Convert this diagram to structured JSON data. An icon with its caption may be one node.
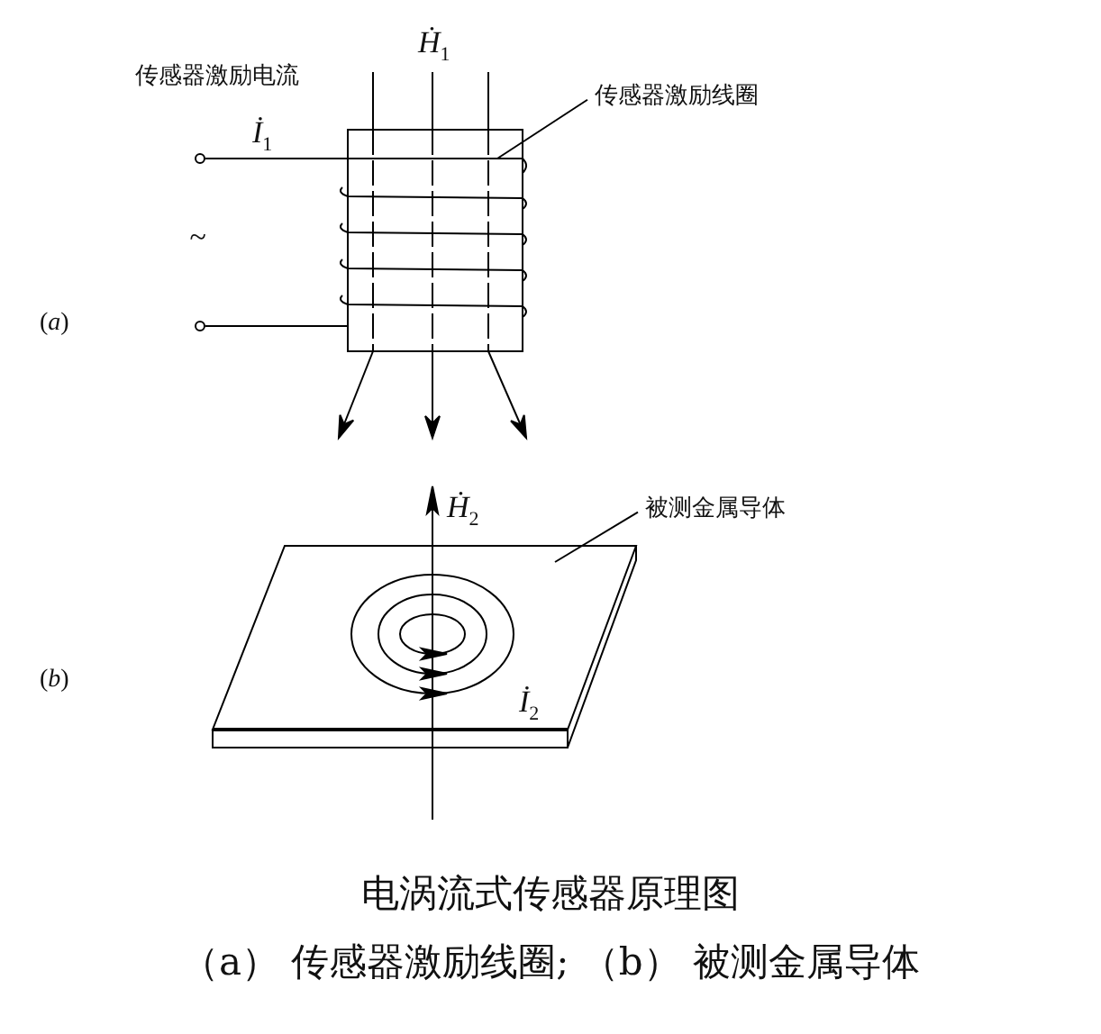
{
  "diagram": {
    "title": "电涡流式传感器原理图",
    "caption": "（a） 传感器激励线圈; （b） 被测金属导体",
    "nodes": [
      {
        "text": [
          "传感器激励线圈"
        ]
      },
      {
        "text": [],
        "shape": "box"
      },
      {
        "text": [
          "被测金属导体"
        ]
      },
      {
        "text": [],
        "shape": "box"
      }
    ],
    "edges": [
      {
        "from": 0,
        "to": 1,
        "arrow": "none"
      },
      {
        "from": 2,
        "to": 3,
        "arrow": "none"
      }
    ],
    "labels": [
      "传感器激励电流",
      "Ḣ$_{1}$",
      "İ$_{1}$",
      "~",
      "(*a*)",
      "Ḣ$_{2}$",
      "(*b*)",
      "İ$_{2}$"
    ]
  }
}
